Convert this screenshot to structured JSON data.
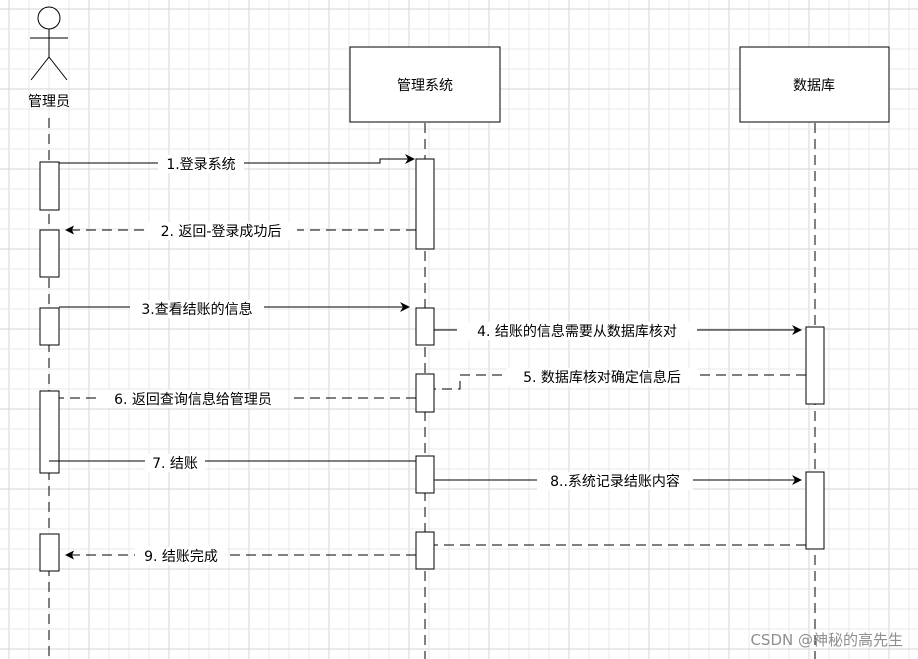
{
  "participants": {
    "actor": "管理员",
    "system": "管理系统",
    "database": "数据库"
  },
  "messages": {
    "m1": "1.登录系统",
    "m2": "2. 返回-登录成功后",
    "m3": "3.查看结账的信息",
    "m4": "4. 结账的信息需要从数据库核对",
    "m5": "5. 数据库核对确定信息后",
    "m6": "6. 返回查询信息给管理员",
    "m7": "7. 结账",
    "m8": "8..系统记录结账内容",
    "m9": "9. 结账完成"
  },
  "watermark": "CSDN @神秘的高先生"
}
